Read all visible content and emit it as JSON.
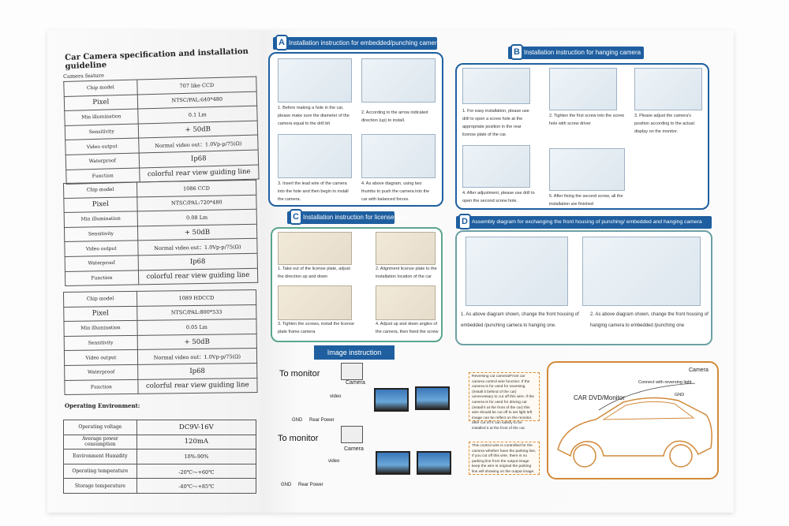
{
  "doc_title": "Car Camera specification and installation guideline",
  "camera_feature_label": "Camera feature",
  "spec_blocks": [
    {
      "rows": [
        {
          "label": "Chip model",
          "value": "707 like CCD"
        },
        {
          "label": "Pixel",
          "value": "NTSC/PAL:640*480"
        },
        {
          "label": "Min illumination",
          "value": "0.1 Lm"
        },
        {
          "label": "Sensitivity",
          "value": "+ 50dB"
        },
        {
          "label": "Video output",
          "value": "Normal video out：1.0Vp-p/75(Ω)"
        },
        {
          "label": "Waterproof",
          "value": "Ip68"
        },
        {
          "label": "Function",
          "value": "colorful rear view guiding line"
        }
      ]
    },
    {
      "rows": [
        {
          "label": "Chip model",
          "value": "1086 CCD"
        },
        {
          "label": "Pixel",
          "value": "NTSC/PAL:720*480"
        },
        {
          "label": "Min illumination",
          "value": "0.08 Lm"
        },
        {
          "label": "Sensitivity",
          "value": "+ 50dB"
        },
        {
          "label": "Video output",
          "value": "Normal video out：1.0Vp-p/75(Ω)"
        },
        {
          "label": "Waterproof",
          "value": "Ip68"
        },
        {
          "label": "Function",
          "value": "colorful rear view guiding line"
        }
      ]
    },
    {
      "rows": [
        {
          "label": "Chip model",
          "value": "1089 HDCCD"
        },
        {
          "label": "Pixel",
          "value": "NTSC/PAL:800*533"
        },
        {
          "label": "Min illumination",
          "value": "0.05 Lm"
        },
        {
          "label": "Sensitivity",
          "value": "+ 50dB"
        },
        {
          "label": "Video output",
          "value": "Normal video out：1.0Vp-p/75(Ω)"
        },
        {
          "label": "Waterproof",
          "value": "Ip68"
        },
        {
          "label": "Function",
          "value": "colorful rear view guiding line"
        }
      ]
    }
  ],
  "environment": {
    "heading": "Operating Environment:",
    "rows": [
      {
        "label": "Operating voltage",
        "value": "DC9V-16V"
      },
      {
        "label": "Average power consumption",
        "value": "120mA"
      },
      {
        "label": "Environment Humidity",
        "value": "10%-90%"
      },
      {
        "label": "Operating temperature",
        "value": "-20℃～+60℃"
      },
      {
        "label": "Storage temperature",
        "value": "-40℃～+85℃"
      }
    ]
  },
  "sections": {
    "a": {
      "letter": "A",
      "title": "Installation instruction for embedded/punching camera",
      "steps": [
        "1. Before making a hole in the car, please make sure the diameter of the camera equal to the drill bit",
        "2. According to the arrow indicated direction (up) to install.",
        "3. Insert the lead wire of the camera into the hole and then begin to install the camera.",
        "4. As above diagram, using two thumbs to push the camera into the car with balanced forces."
      ]
    },
    "b": {
      "letter": "B",
      "title": "Installation instruction for hanging camera",
      "steps": [
        "1. For easy installation, please use drill to open a screw hole at the appropriate position in the rear license plate of the car.",
        "2. Tighten the first screw into the screw hole with screw driver",
        "3. Please adjust the camera's position according to the actual display on the monitor.",
        "4. After adjustment, please use drill to open the second screw hole.",
        "5. After fixing the second screw, all the installation are finished"
      ]
    },
    "c": {
      "letter": "C",
      "title": "Installation instruction for license plate",
      "steps": [
        "1. Take out of the license plate, adjust the direction up and down",
        "2. Alignment license plate to the installation location of the car",
        "3. Tighten the screws, install the license plate frame camera",
        "4. Adjust up and down angles of the camera, then fixed the screw"
      ]
    },
    "d": {
      "letter": "D",
      "title": "Assembly diagram for exchanging the front housing of punching/ embedded and hanging camera",
      "steps": [
        "1. As above diagram shown, change the front housing of embedded /punching camera to hanging one.",
        "2. As above diagram shown, change the front housing of hanging camera to embedded /punching one"
      ]
    }
  },
  "image_instruction": {
    "title": "Image instruction",
    "to_monitor": "To monitor",
    "camera": "Camera",
    "gnd": "GND",
    "rear_power": "Rear Power",
    "video": "video",
    "note1": "Reversing car camera/Front car camera control wire function: If the camera is for used for reversing (Install it behind of the car) unnecessary to cut off this wire. If the camera is for used for driving car (install it at the front of the car) this wire should be cut off to set light left image can be reflect on the monitor, after cut off it can satisfy to be installed it at the front of the car.",
    "note2": "This control wire is controlled for the camera whether have the parking line, If you cut off this wire, there is no parking line from the output image keep the wire is original the parking line will showing on the output image.",
    "car_monitor": "CAR DVD/Monitor",
    "car_camera": "Camera",
    "car_connect": "Connect with reversing light",
    "car_gnd": "GND"
  }
}
